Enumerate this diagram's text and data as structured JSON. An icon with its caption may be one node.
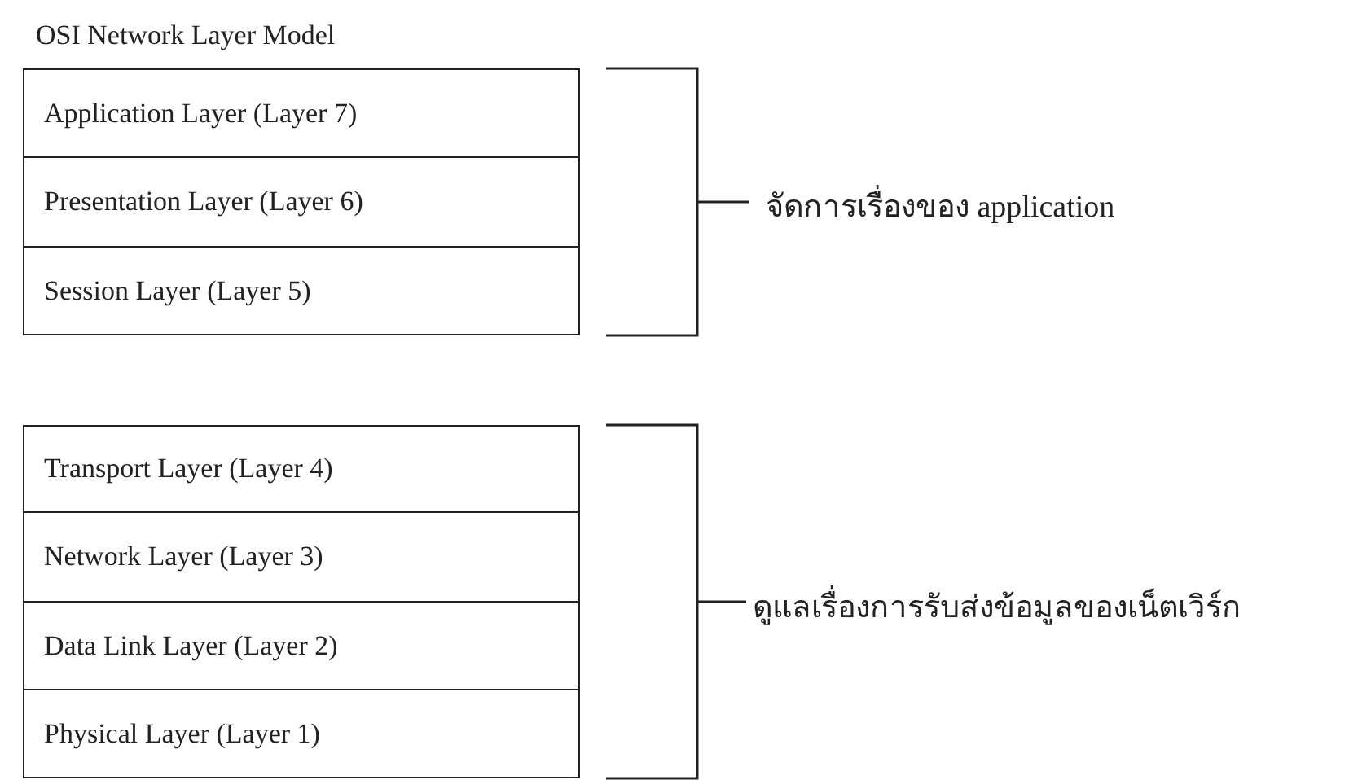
{
  "diagram": {
    "title": "OSI Network Layer Model",
    "nodes": [
      {
        "text": [
          "Application Layer (Layer 7)"
        ]
      },
      {
        "text": [
          "Presentation Layer (Layer 6)"
        ]
      },
      {
        "text": [
          "Session Layer (Layer 5)"
        ]
      },
      {
        "text": [
          "Transport Layer (Layer 4)"
        ]
      },
      {
        "text": [
          "Network Layer (Layer 3)"
        ]
      },
      {
        "text": [
          "Data Link Layer (Layer 2)"
        ]
      },
      {
        "text": [
          "Physical Layer (Layer 1)"
        ]
      }
    ],
    "edges": [],
    "labels": [
      "จัดการเรื่องของ application",
      "ดูแลเรื่องการรับส่งข้อมูลของเน็ตเวิร์ก"
    ]
  }
}
